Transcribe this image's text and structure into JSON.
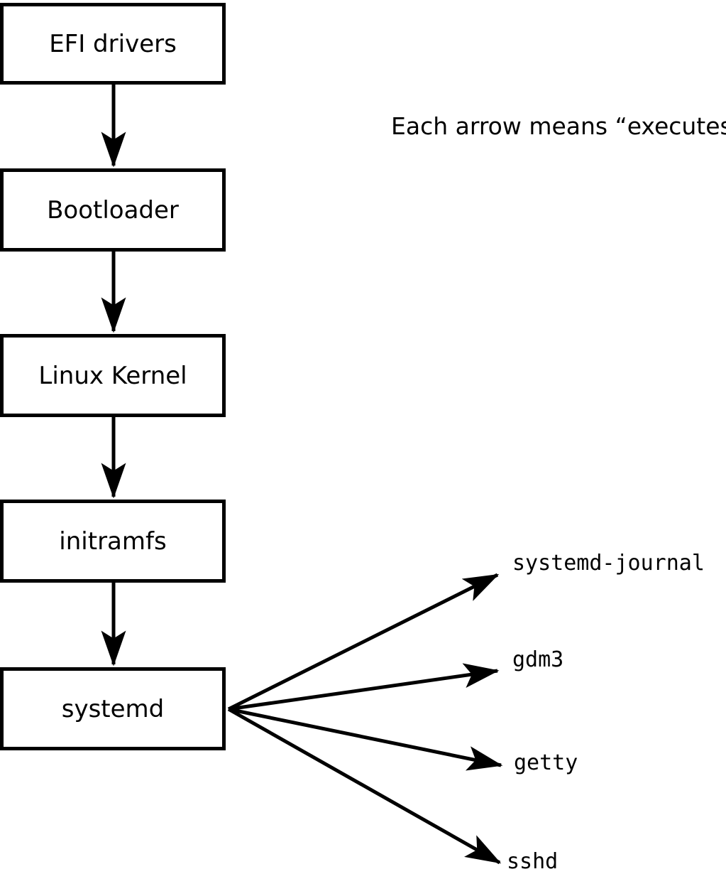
{
  "note": "Each arrow means “executes”.",
  "arrow_meaning": "executes",
  "chain": [
    {
      "label": "EFI drivers"
    },
    {
      "label": "Bootloader"
    },
    {
      "label": "Linux Kernel"
    },
    {
      "label": "initramfs"
    },
    {
      "label": "systemd"
    }
  ],
  "spawned": [
    {
      "label": "systemd-journal"
    },
    {
      "label": "gdm3"
    },
    {
      "label": "getty"
    },
    {
      "label": "sshd"
    }
  ],
  "colors": {
    "stroke": "#000000",
    "background": "#ffffff",
    "box_fill": "#ffffff"
  }
}
